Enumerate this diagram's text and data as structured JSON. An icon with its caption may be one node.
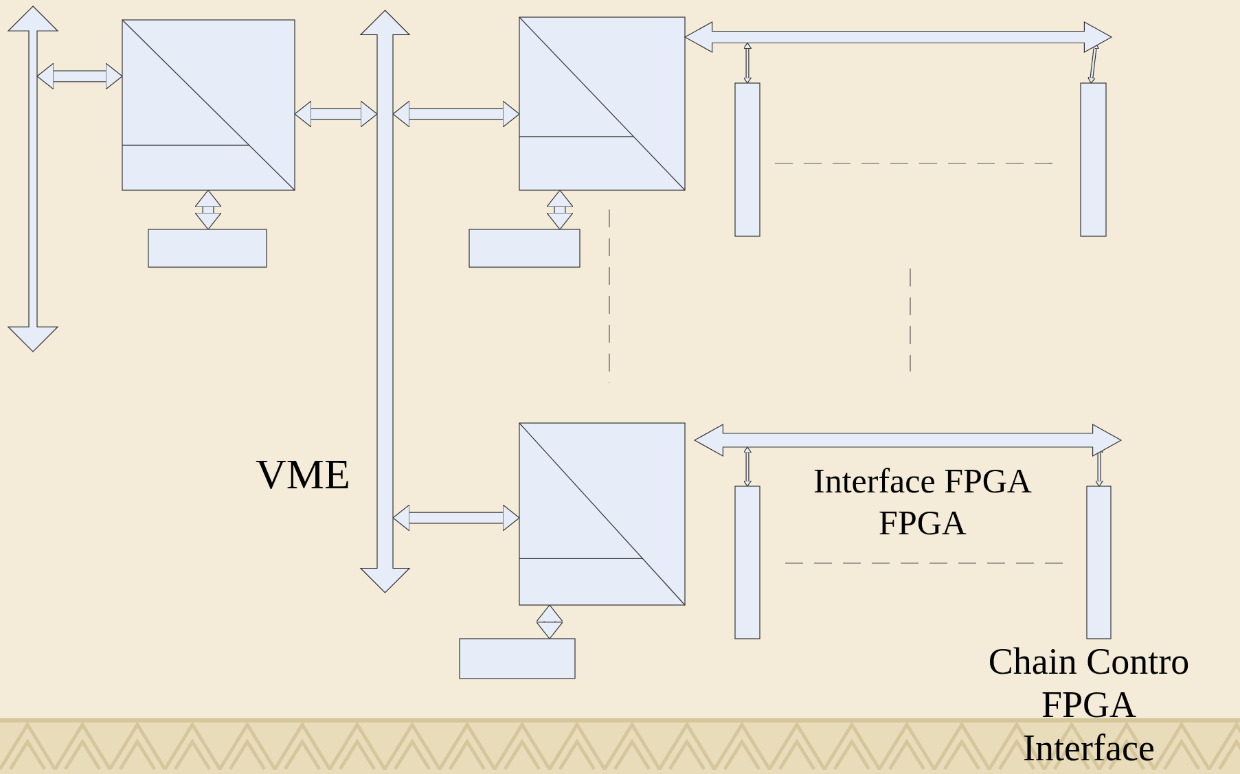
{
  "diagram": {
    "nodes": [
      {
        "text": [],
        "shape": "arrow"
      },
      {
        "text": [],
        "shape": "box"
      },
      {
        "text": [],
        "shape": "box"
      },
      {
        "text": [],
        "shape": "arrow"
      },
      {
        "text": [],
        "shape": "box"
      },
      {
        "text": [],
        "shape": "box"
      },
      {
        "text": [],
        "shape": "bar"
      },
      {
        "text": [],
        "shape": "bar"
      },
      {
        "text": [],
        "shape": "arrow"
      },
      {
        "text": [],
        "shape": "box"
      },
      {
        "text": [],
        "shape": "box"
      },
      {
        "text": [],
        "shape": "bar"
      },
      {
        "text": [],
        "shape": "bar"
      },
      {
        "text": [],
        "shape": "arrow"
      }
    ],
    "edges": [
      {
        "from": 0,
        "to": 1,
        "arrow": "both"
      },
      {
        "from": 1,
        "to": 3,
        "arrow": "both"
      },
      {
        "from": 3,
        "to": 4,
        "arrow": "both"
      },
      {
        "from": 1,
        "to": 2,
        "arrow": "both"
      },
      {
        "from": 4,
        "to": 5,
        "arrow": "both"
      },
      {
        "from": 8,
        "to": 6,
        "arrow": "both"
      },
      {
        "from": 8,
        "to": 7,
        "arrow": "both"
      },
      {
        "from": 3,
        "to": 9,
        "arrow": "both"
      },
      {
        "from": 9,
        "to": 10,
        "arrow": "both"
      },
      {
        "from": 13,
        "to": 11,
        "arrow": "both"
      },
      {
        "from": 13,
        "to": 12,
        "arrow": "both"
      }
    ],
    "labels": [
      "VME",
      "Interface FPGA",
      "FPGA",
      "Chain Contro",
      "FPGA",
      "Interface"
    ]
  }
}
